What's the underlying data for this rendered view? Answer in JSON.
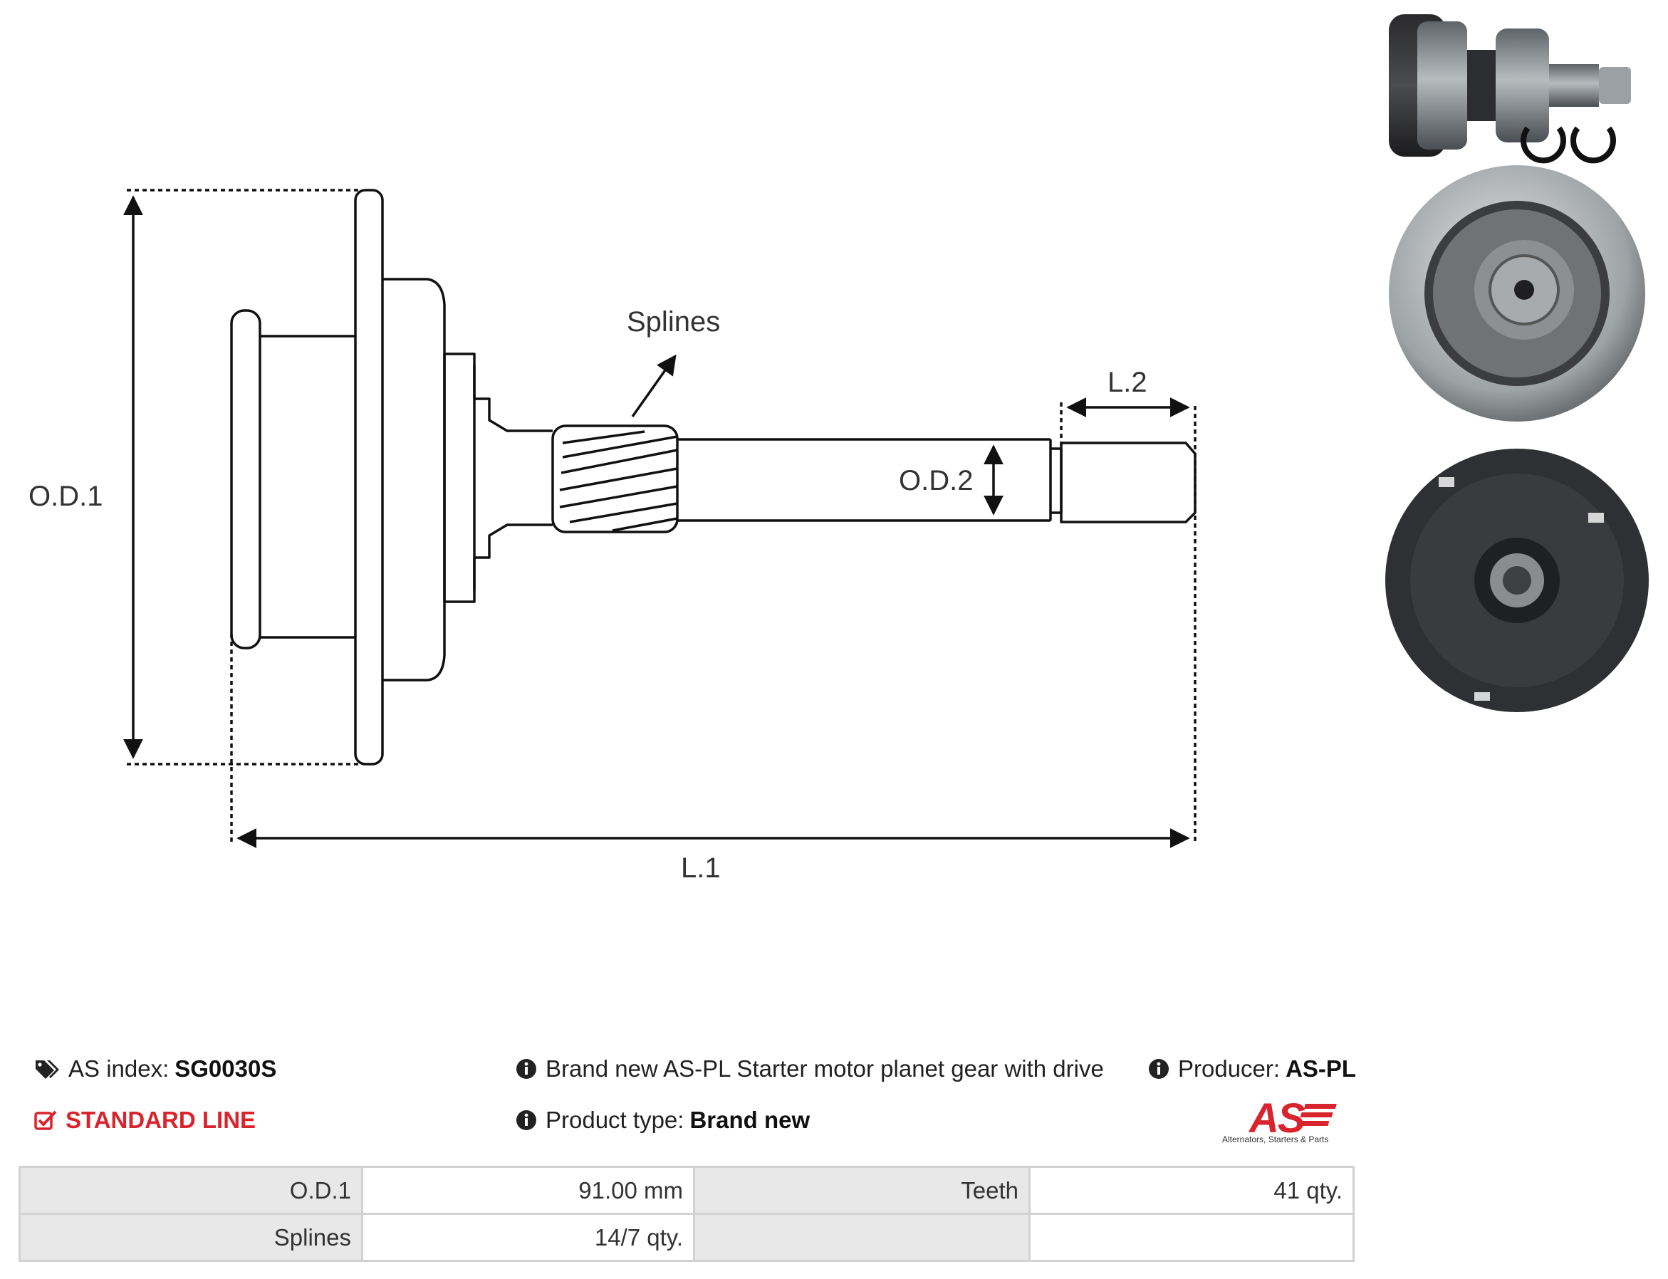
{
  "diagram": {
    "labels": {
      "od1": "O.D.1",
      "od2": "O.D.2",
      "l1": "L.1",
      "l2": "L.2",
      "splines": "Splines"
    }
  },
  "photos": [
    {
      "name": "side-view"
    },
    {
      "name": "front-view"
    },
    {
      "name": "back-view"
    }
  ],
  "info": {
    "as_index_label": "AS index:",
    "as_index_value": "SG0030S",
    "line": "STANDARD LINE",
    "description": "Brand new AS-PL Starter motor planet gear with drive",
    "product_type_label": "Product type:",
    "product_type_value": "Brand new",
    "producer_label": "Producer:",
    "producer_value": "AS-PL",
    "logo_text": "AS",
    "logo_tagline": "Alternators, Starters & Parts"
  },
  "specs": [
    {
      "k1": "O.D.1",
      "v1": "91.00 mm",
      "k2": "Teeth",
      "v2": "41 qty."
    },
    {
      "k1": "Splines",
      "v1": "14/7 qty.",
      "k2": "",
      "v2": ""
    }
  ],
  "colors": {
    "accent": "#d9232d",
    "table_label_bg": "#e8e8e8",
    "border": "#d2d2d2"
  }
}
